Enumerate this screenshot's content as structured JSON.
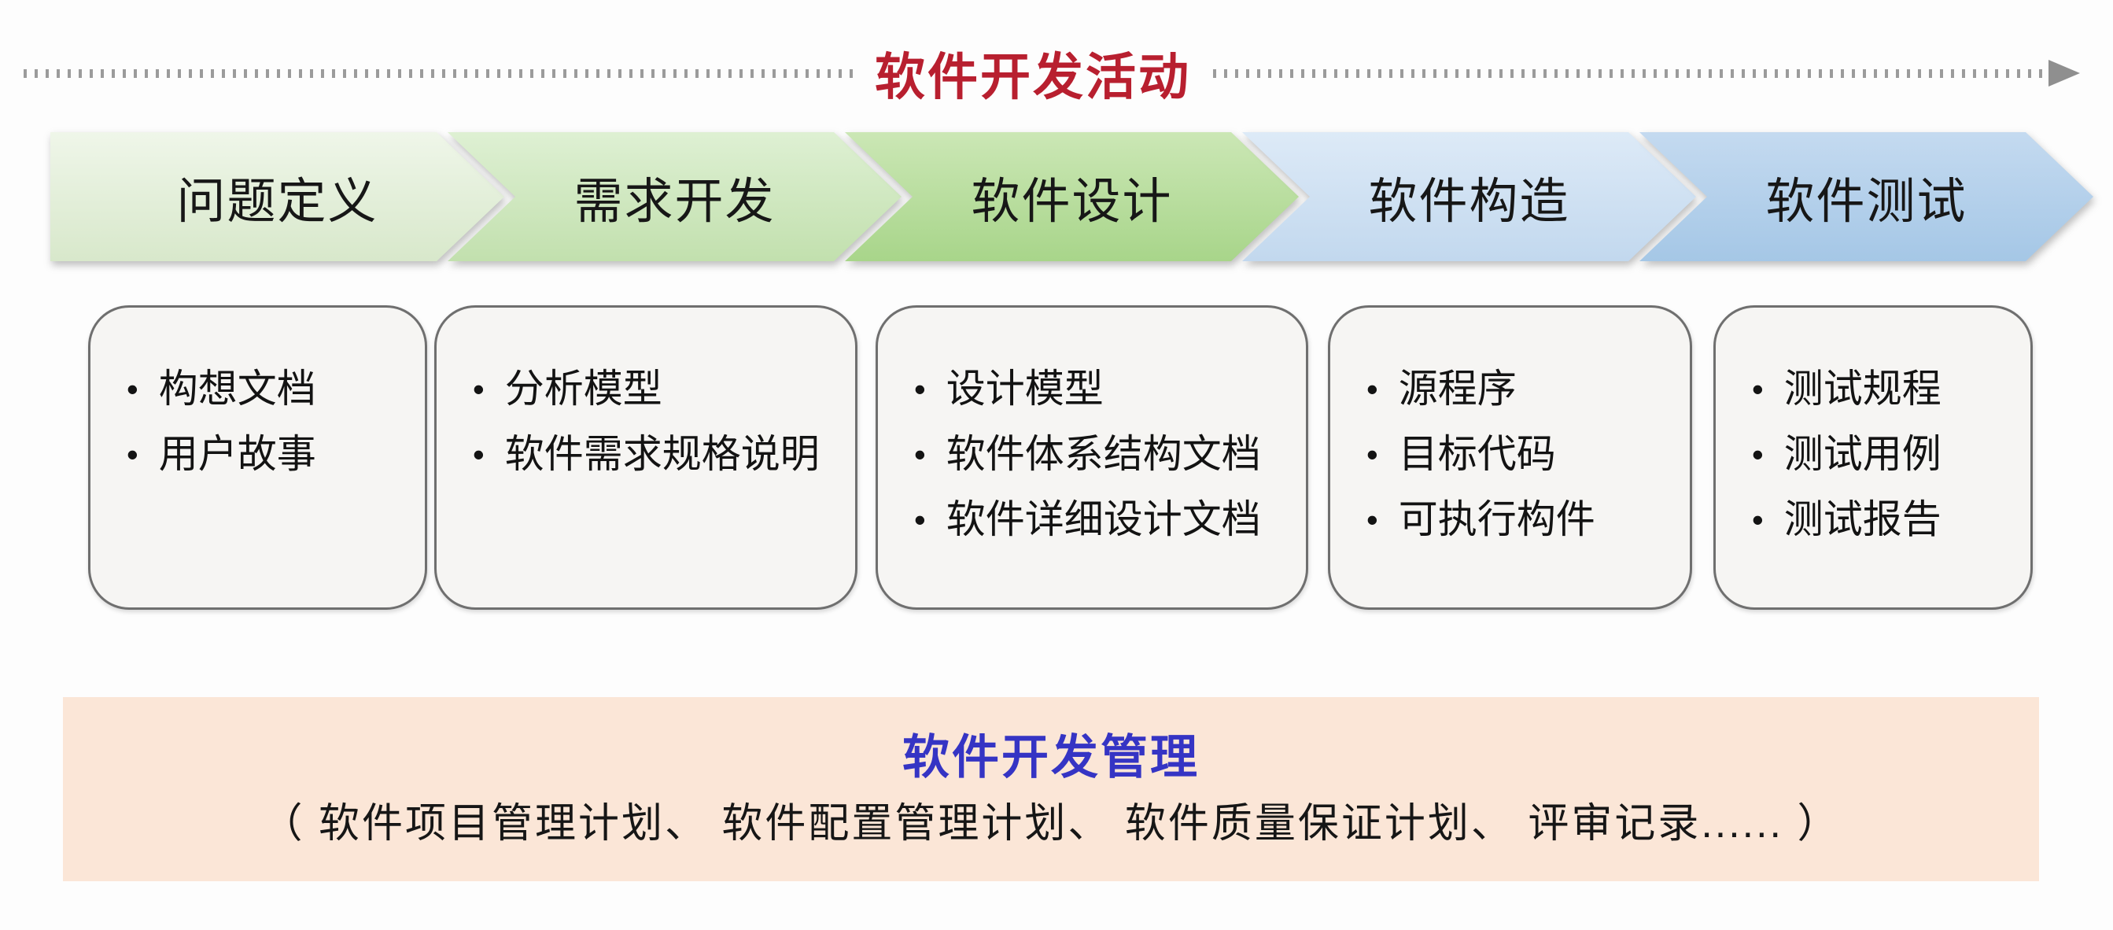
{
  "ui": {
    "bullet": "•"
  },
  "header": {
    "title": "软件开发活动",
    "title_color": "#b81f2f",
    "line_color": "#9b9b9b",
    "arrow_color": "#8f8f8f"
  },
  "stages": [
    {
      "label": "问题定义",
      "fill_top": "#eff6e9",
      "fill_bottom": "#d8e8cb"
    },
    {
      "label": "需求开发",
      "fill_top": "#def0d3",
      "fill_bottom": "#c2e0ae"
    },
    {
      "label": "软件设计",
      "fill_top": "#cbe7b5",
      "fill_bottom": "#a8d58a"
    },
    {
      "label": "软件构造",
      "fill_top": "#ddeaf7",
      "fill_bottom": "#c2d8ee"
    },
    {
      "label": "软件测试",
      "fill_top": "#c4daf0",
      "fill_bottom": "#a5c7e6"
    }
  ],
  "deliverables": [
    {
      "items": [
        "构想文档",
        "用户故事"
      ]
    },
    {
      "items": [
        "分析模型",
        "软件需求规格说明"
      ]
    },
    {
      "items": [
        "设计模型",
        "软件体系结构文档",
        "软件详细设计文档"
      ]
    },
    {
      "items": [
        "源程序",
        "目标代码",
        "可执行构件"
      ]
    },
    {
      "items": [
        "测试规程",
        "测试用例",
        "测试报告"
      ]
    }
  ],
  "management": {
    "title": "软件开发管理",
    "title_color": "#3534c4",
    "bg": "#fbe6d7",
    "subtitle": "（ 软件项目管理计划、 软件配置管理计划、 软件质量保证计划、 评审记录...... ）"
  }
}
